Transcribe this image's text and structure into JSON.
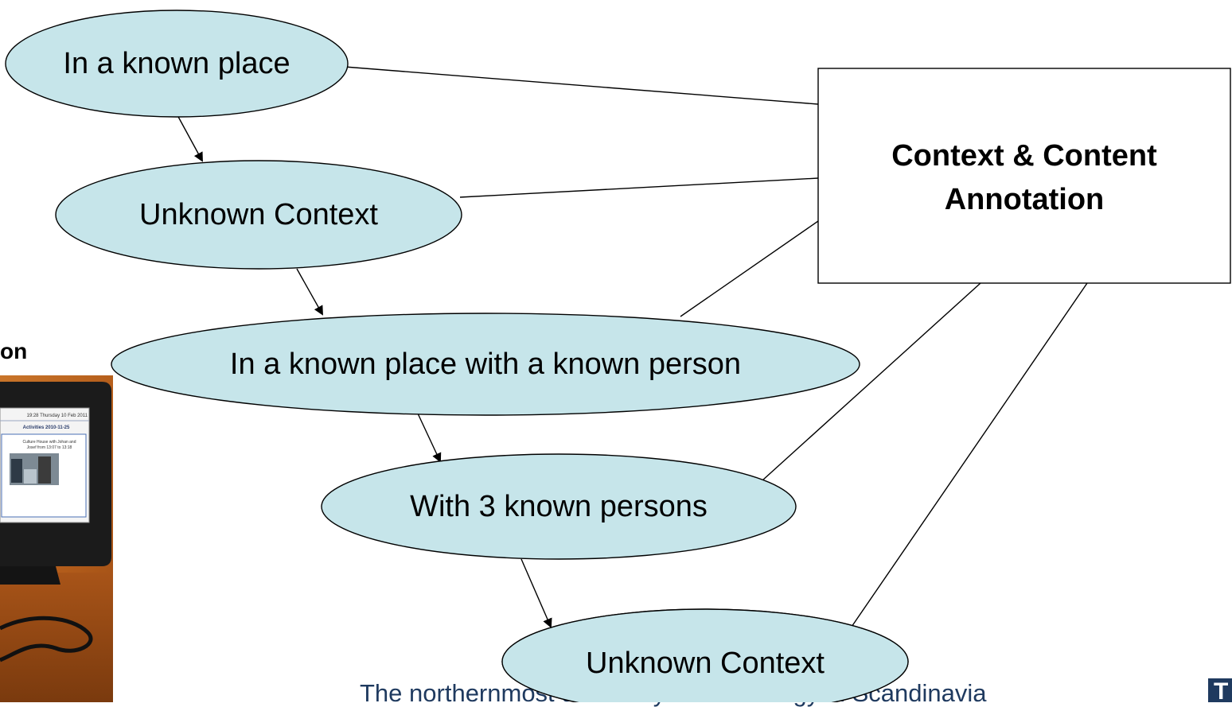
{
  "nodes": {
    "known_place": "In a known place",
    "unknown_context_1": "Unknown Context",
    "place_with_person": "In a known place with a known person",
    "three_persons": "With 3 known persons",
    "unknown_context_2": "Unknown Context"
  },
  "annotation_box": {
    "line1": "Context & Content",
    "line2": "Annotation"
  },
  "left_cut_label": "on",
  "photo": {
    "header_time": "19:28 Thursday 10 Feb 2011",
    "activities": "Activities 2010-11-25",
    "caption_line1": "Culture House with Johan and",
    "caption_line2": "Josef from 13:07 to 13:18"
  },
  "footer": {
    "text": "The northernmost university of technology in Scandinavia",
    "logo_letter": "T"
  },
  "colors": {
    "node_fill": "#c6e5ea",
    "stroke": "#000000",
    "footer_blue": "#1f3a5f"
  }
}
